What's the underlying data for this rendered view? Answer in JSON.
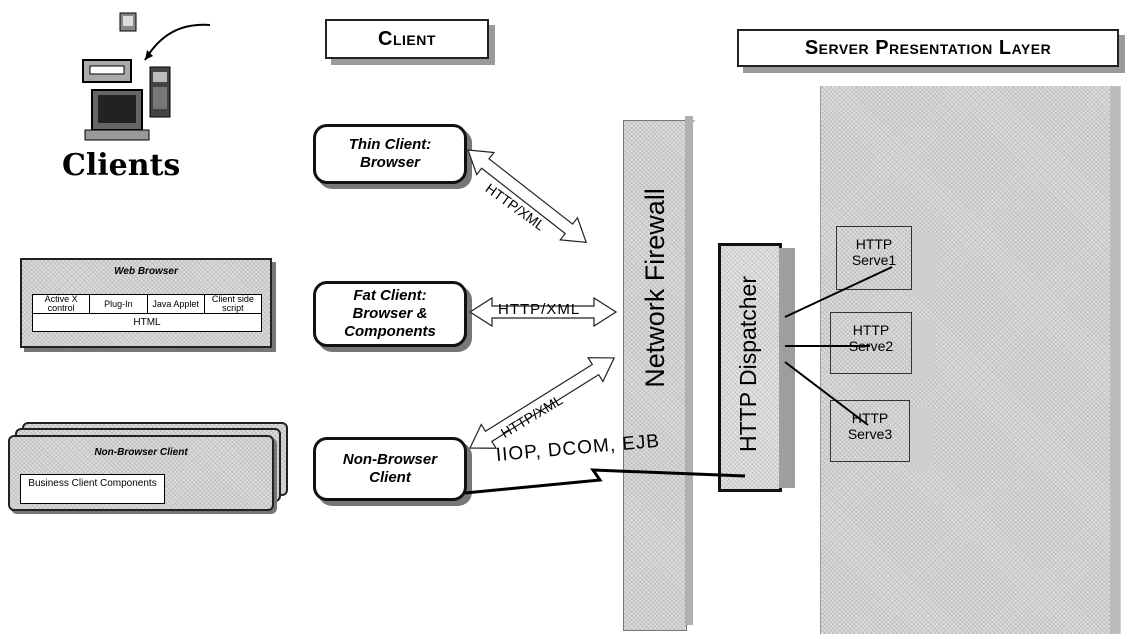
{
  "headers": {
    "client": "Client",
    "server": "Server Presentation Layer"
  },
  "clients_label": "Clients",
  "web_browser": {
    "title": "Web Browser",
    "cells": [
      "Active X control",
      "Plug-In",
      "Java Applet",
      "Client side script"
    ],
    "base": "HTML"
  },
  "non_browser_stack": {
    "title": "Non-Browser Client",
    "inner": "Business Client Components"
  },
  "client_pills": {
    "thin": "Thin Client: Browser",
    "fat": "Fat Client: Browser & Components",
    "non_browser": "Non-Browser Client"
  },
  "protocols": {
    "http_xml_1": "HTTP/XML",
    "http_xml_2": "HTTP/XML",
    "http_xml_3": "HTTP/XML",
    "iiop": "IIOP, DCOM, EJB"
  },
  "firewall": "Network Firewall",
  "dispatcher": "HTTP Dispatcher",
  "servers": [
    "HTTP Serve1",
    "HTTP Serve2",
    "HTTP Serve3"
  ]
}
